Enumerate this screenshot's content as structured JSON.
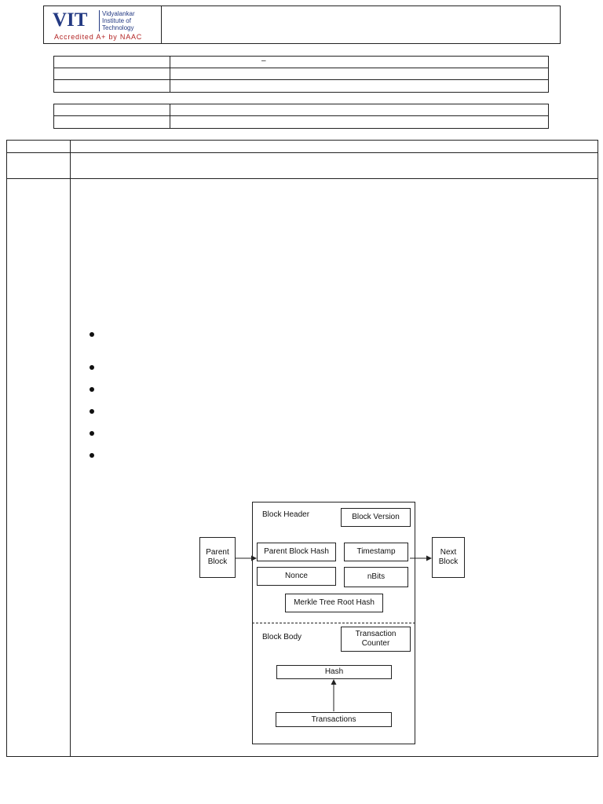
{
  "header": {
    "logo_text": "VIT",
    "institute_name_lines": [
      "Vidyalankar",
      "Institute of",
      "Technology"
    ],
    "accreditation": "Accredited A+ by NAAC"
  },
  "info_table_1": {
    "dash": "–"
  },
  "diagram": {
    "parent_block": "Parent Block",
    "next_block": "Next Block",
    "block_header": "Block Header",
    "block_version": "Block Version",
    "parent_block_hash": "Parent Block Hash",
    "timestamp": "Timestamp",
    "nonce": "Nonce",
    "nbits": "nBits",
    "merkle_root": "Merkle Tree Root Hash",
    "block_body": "Block Body",
    "transaction_counter": "Transaction Counter",
    "hash": "Hash",
    "transactions": "Transactions"
  }
}
